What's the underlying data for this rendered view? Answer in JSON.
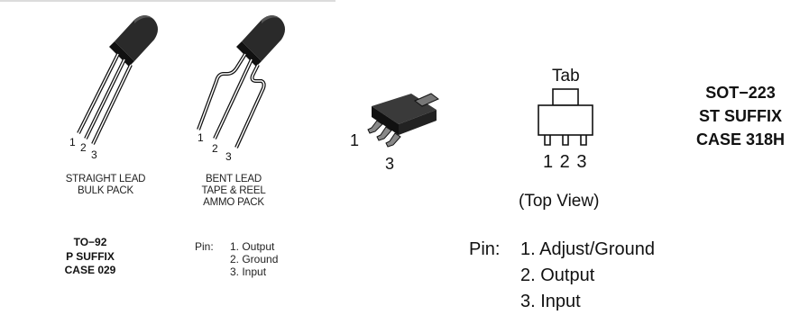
{
  "to92_straight": {
    "pin_numbers": [
      "1",
      "2",
      "3"
    ],
    "caption": [
      "STRAIGHT LEAD",
      "BULK PACK"
    ]
  },
  "to92_bent": {
    "pin_numbers": [
      "1",
      "2",
      "3"
    ],
    "caption": [
      "BENT LEAD",
      "TAPE & REEL",
      "AMMO PACK"
    ]
  },
  "to92_package": {
    "lines": [
      "TO−92",
      "P SUFFIX",
      "CASE 029"
    ]
  },
  "to92_pins": {
    "label": "Pin:",
    "items": [
      "1. Output",
      "2. Ground",
      "3. Input"
    ]
  },
  "sot223_drawing": {
    "pin_left": "1",
    "pin_bottom": "3"
  },
  "sot223_topview": {
    "tab_label": "Tab",
    "pin_numbers": "1 2 3",
    "view_label": "(Top View)"
  },
  "sot223_package": {
    "lines": [
      "SOT−223",
      "ST SUFFIX",
      "CASE 318H"
    ]
  },
  "sot223_pins": {
    "label": "Pin:",
    "items": [
      "1. Adjust/Ground",
      "2. Output",
      "3. Input"
    ]
  }
}
